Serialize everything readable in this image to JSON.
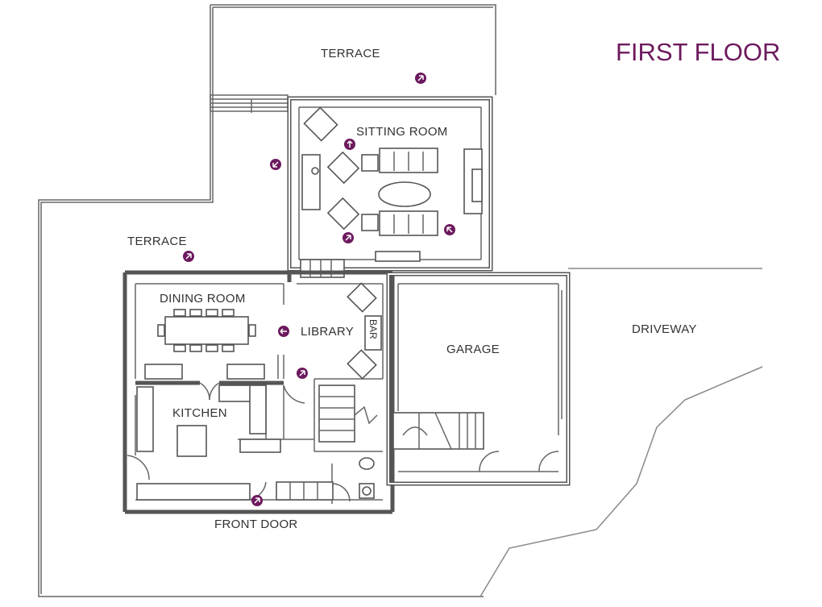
{
  "title": "FIRST FLOOR",
  "accent_color": "#6d1a5e",
  "labels": {
    "terrace_top": "TERRACE",
    "terrace_left": "TERRACE",
    "sitting_room": "SITTING ROOM",
    "dining_room": "DINING ROOM",
    "library": "LIBRARY",
    "bar": "BAR",
    "garage": "GARAGE",
    "driveway": "DRIVEWAY",
    "kitchen": "KITCHEN",
    "front_door": "FRONT DOOR"
  },
  "markers": [
    "view-arrow-icon"
  ]
}
